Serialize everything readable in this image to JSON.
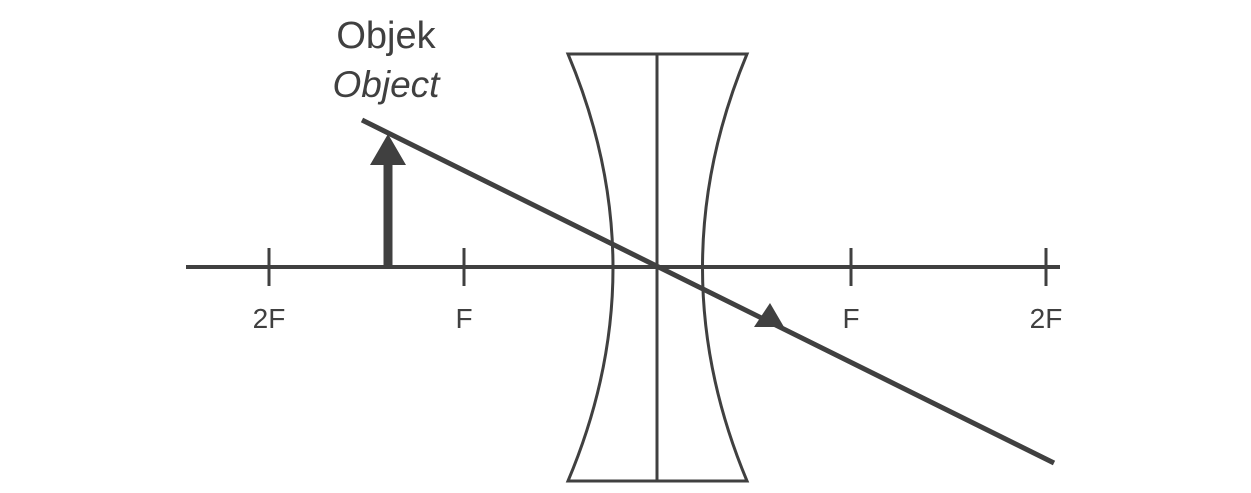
{
  "diagram": {
    "object_label": "Objek",
    "object_label_translation": "Object",
    "tick_labels": {
      "left_2f": "2F",
      "left_f": "F",
      "right_f": "F",
      "right_2f": "2F"
    },
    "colors": {
      "stroke": "#404040",
      "background": "#ffffff"
    },
    "lens_type": "concave"
  }
}
